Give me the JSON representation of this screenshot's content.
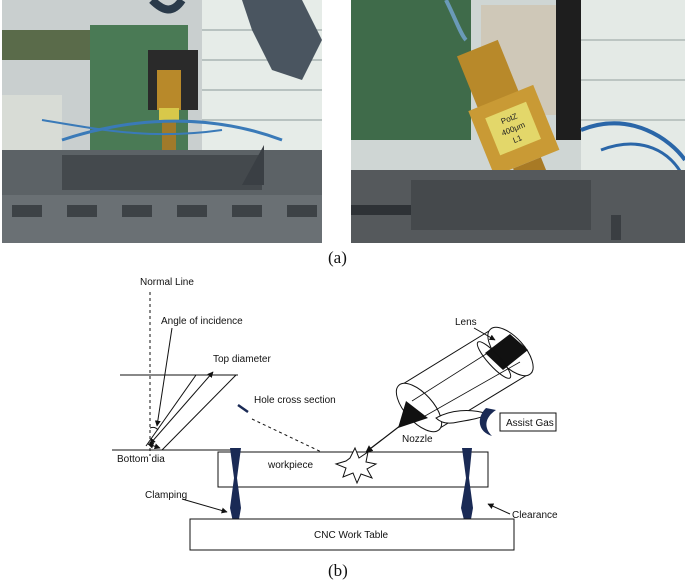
{
  "captions": {
    "a": "(a)",
    "b": "(b)"
  },
  "photos": {
    "left": {
      "nozzle_label_lines": [
        "",
        ""
      ]
    },
    "right": {
      "nozzle_label_lines": [
        "PotZ",
        "400μm",
        "L1"
      ]
    }
  },
  "diagram": {
    "labels": {
      "normal_line": "Normal Line",
      "angle_of_incidence": "Angle of incidence",
      "top_diameter": "Top diameter",
      "hole_cross_section": "Hole cross section",
      "bottom_dia": "Bottom dia",
      "lens": "Lens",
      "assist_gas": "Assist Gas",
      "nozzle": "Nozzle",
      "workpiece": "workpiece",
      "clamping": "Clamping",
      "clearance": "Clearance",
      "cnc_work_table": "CNC Work Table"
    }
  },
  "colors": {
    "line": "#111111",
    "clamp": "#1a2a55",
    "brass": "#b8892a",
    "machine_green": "#3f6b4a"
  }
}
